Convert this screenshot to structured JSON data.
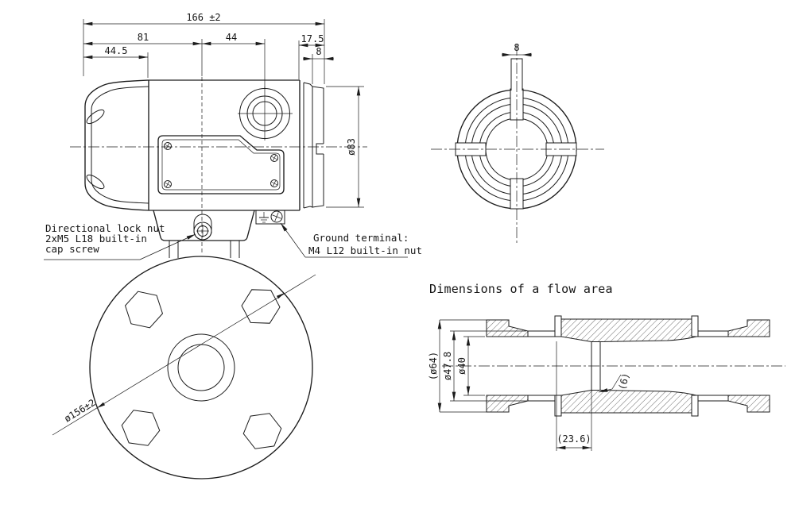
{
  "drawing": {
    "background": "#ffffff",
    "line_color": "#1c1c1c",
    "section_title": "Dimensions of a flow area",
    "side_view": {
      "dim_overall": "166 ±2",
      "dim_81": "81",
      "dim_44": "44",
      "dim_17_5": "17.5",
      "dim_44_5": "44.5",
      "dim_8": "8",
      "dim_dia83": "ø83",
      "note_lock_line1": "Directional lock nut",
      "note_lock_line2": "2xM5 L18 built-in",
      "note_lock_line3": "cap screw",
      "note_ground_line1": "Ground terminal:",
      "note_ground_line2": "M4 L12 built-in nut"
    },
    "rear_view": {
      "dim_8": "8"
    },
    "flange_view": {
      "dim_dia156": "ø156±2"
    },
    "flow_view": {
      "dim_dia64": "(ø64)",
      "dim_dia47_8": "ø47.8",
      "dim_dia40": "ø40",
      "dim_6": "(6)",
      "dim_23_6": "(23.6)"
    }
  }
}
